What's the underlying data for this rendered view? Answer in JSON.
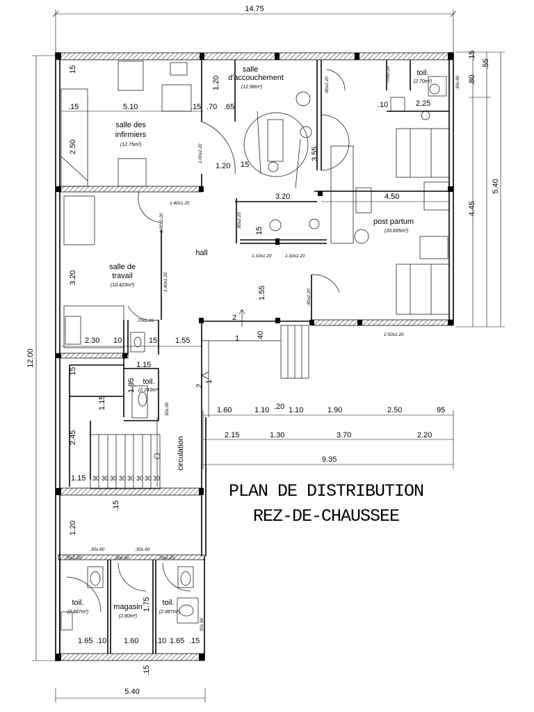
{
  "title": {
    "line1": "PLAN DE DISTRIBUTION",
    "line2": "REZ-DE-CHAUSSEE"
  },
  "rooms": {
    "infirmiers": {
      "line1": "salle des",
      "line2": "infirmiers",
      "area": "(12.75m²)"
    },
    "accouchement": {
      "line1": "salle",
      "line2": "d'accouchement",
      "area": "(12.98m²)"
    },
    "toil_top": {
      "name": "toil.",
      "area": "(2.70m²)"
    },
    "post_partum": {
      "name": "post partum",
      "area": "(20.665m²)"
    },
    "hall": {
      "name": "hall"
    },
    "travail": {
      "line1": "salle de",
      "line2": "travail",
      "area": "(10.423m²)"
    },
    "toil_mid": {
      "name": "toil.",
      "area": "(2.243m²)"
    },
    "circulation": {
      "name": "circulation"
    },
    "toil_bl": {
      "name": "toil.",
      "area": "(2.887m²)"
    },
    "magasin": {
      "name": "magasin",
      "area": "(2.80m²)"
    },
    "toil_br": {
      "name": "toil.",
      "area": "(2.887m²)"
    }
  },
  "dimensions": {
    "overall_width": "14.75",
    "overall_height": "12.00",
    "bottom_width": "5.40",
    "right_total": "5.40",
    "right_445": "4.45",
    "right_80": ".80",
    "right_15": ".15",
    "right_55": ".55",
    "d_510": "5.10",
    "d_15a": ".15",
    "d_15b": ".15",
    "d_70": ".70",
    "d_65": ".65",
    "d_120": "1.20",
    "d_15c": "15",
    "d_320": "3.20",
    "d_450": "4.50",
    "d_10": ".10",
    "d_225": "2.25",
    "d_355": "3.55",
    "d_15v": "15",
    "d_155v": "1.55",
    "d_40": "40",
    "d_230": "2.30",
    "d_10b": "10",
    "d_15d": "15",
    "d_155": "1.55",
    "d_115": "1.15",
    "d_195": "1.95",
    "d_245": "2.45",
    "d_15e": "15",
    "d_120b": "1.20",
    "d_250": "2.50",
    "d_15top": "15",
    "d_120top": "1.20",
    "d_320v": "3.20",
    "d_15s": ".15",
    "d_115s": "1.15",
    "steps": [
      "30",
      "30",
      "30",
      "30",
      "30",
      "30",
      "30",
      "30"
    ],
    "row1": [
      "1.60",
      "1.10",
      ".20",
      "1.10",
      "1.90",
      "2.50",
      "95"
    ],
    "row2": [
      "2.15",
      "1.30",
      "3.70",
      "2.20"
    ],
    "row3": "9.35",
    "bot_165a": "1.65",
    "bot_10a": ".10",
    "bot_160": "1.60",
    "bot_10b": ".10",
    "bot_165b": "1.65",
    "bot_15": ".15",
    "bot_175": "1.75",
    "bot_15v": ".15",
    "step_2a": "2",
    "step_1a": "1",
    "step_2b": "2",
    "step_1b": "1"
  },
  "openings": {
    "w_140x120": "1.40x1.20",
    "w_110a": "1.10x1.20",
    "w_110b": "1.10x1.20",
    "w_250": "2.50x1.20",
    "d_100x220a": "1.00x2.20",
    "d_100x220b": "1.00x2.20",
    "d_140x120v": "1.40x1.20",
    "d_80x220a": ".80x2.20",
    "d_80x220b": ".80x2.20",
    "d_80x220c": ".80x2.20",
    "d_70x220a": ".70x2.20",
    "d_70x220b": ".70x2.20",
    "d_70x220c": ".70x2.20",
    "d_70x220d": ".70x2.20",
    "win_30x60a": ".30x.60",
    "win_30x60b": ".30x.60",
    "win_30x60c": ".30x.60",
    "win_30x60d": ".30x.60",
    "win_30x60e": ".30x.60",
    "win_30x60f": ".30x.60"
  }
}
